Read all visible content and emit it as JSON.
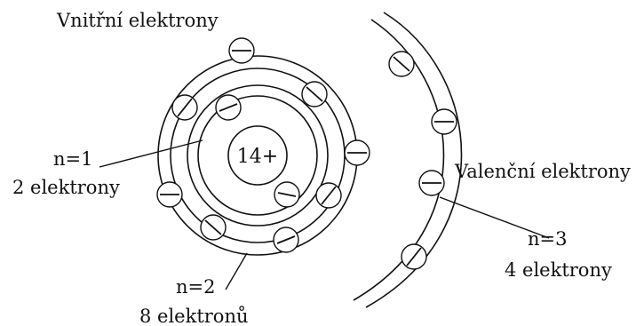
{
  "labels": {
    "inner_electrons": "Vnitřní elektrony",
    "valence_electrons": "Valenční elektrony",
    "nucleus": "14+",
    "shell1_n": "n=1",
    "shell1_count": "2 elektrony",
    "shell2_n": "n=2",
    "shell2_count": "8 elektronů",
    "shell3_n": "n=3",
    "shell3_count": "4 elektrony"
  },
  "electron_symbol": "minus",
  "colors": {
    "ink": "#111111",
    "background": "#ffffff"
  }
}
